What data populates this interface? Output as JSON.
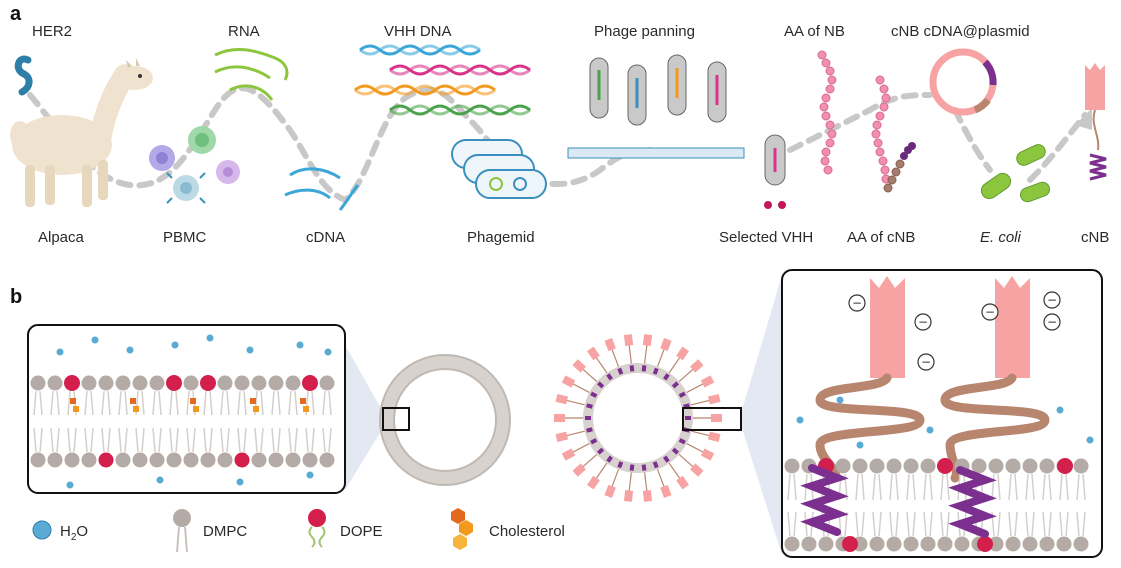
{
  "panel_a": {
    "letter": "a",
    "labels": {
      "her2": "HER2",
      "rna": "RNA",
      "vhh_dna": "VHH DNA",
      "phage_panning": "Phage panning",
      "aa_nb": "AA of NB",
      "cnb_cdna_plasmid": "cNB cDNA@plasmid",
      "alpaca": "Alpaca",
      "pbmc": "PBMC",
      "cdna": "cDNA",
      "phagemid": "Phagemid",
      "selected_vhh": "Selected VHH",
      "aa_cnb": "AA of cNB",
      "ecoli": "E. coli",
      "cnb": "cNB"
    }
  },
  "panel_b": {
    "letter": "b",
    "legend": {
      "h2o_main": "H",
      "h2o_sub": "2",
      "h2o_end": "O",
      "dmpc": "DMPC",
      "dope": "DOPE",
      "cholesterol": "Cholesterol"
    },
    "charge_symbol": "−"
  },
  "colors": {
    "arrow": "#c8c8c8",
    "water": "#5aaad6",
    "dmpc": "#b4aba6",
    "dope": "#d31f4b",
    "cholesterol": "#f39a1e",
    "nanobody": "#f7a3a3",
    "helix": "#7b2f8f",
    "linker": "#b8856e",
    "green_dna": "#8cc63f",
    "blue_dna": "#3aa7d8"
  }
}
